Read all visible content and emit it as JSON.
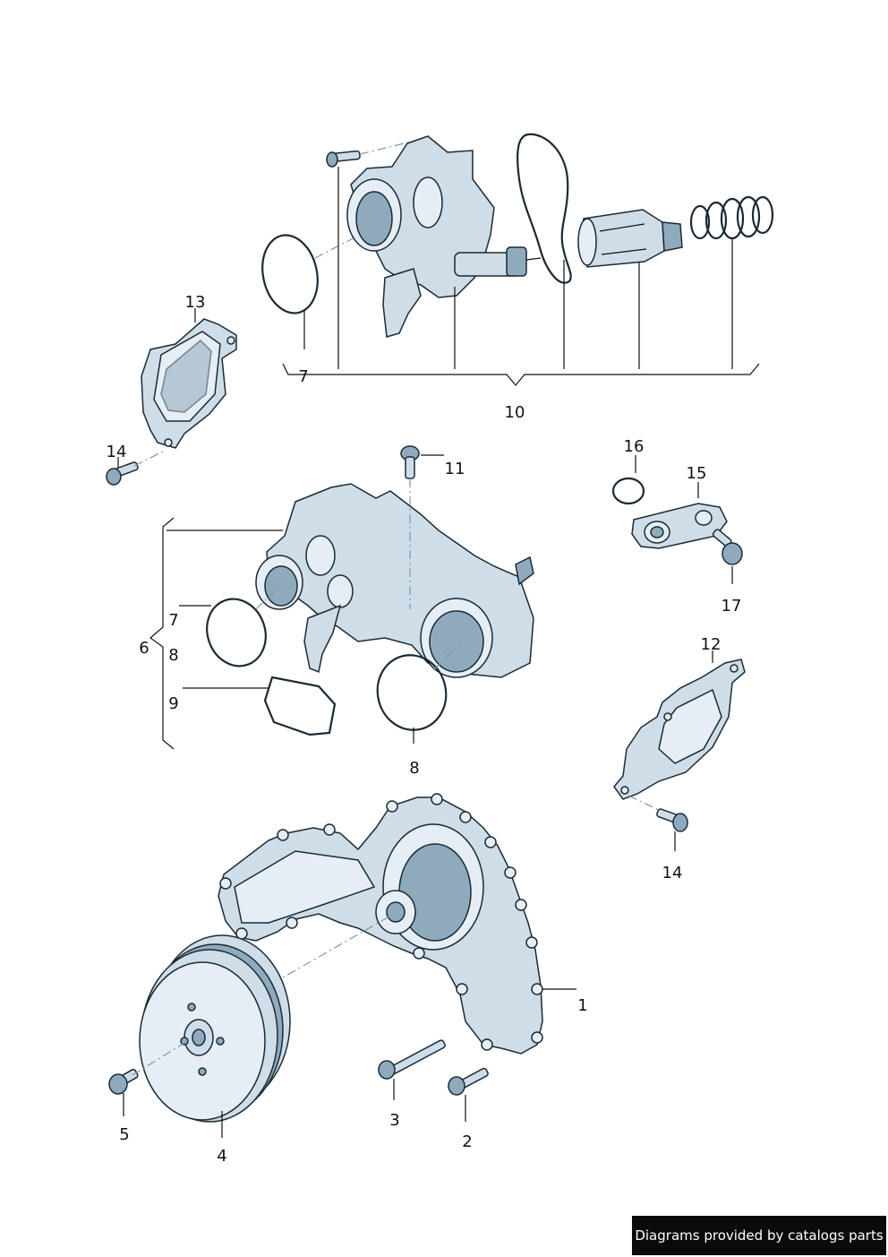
{
  "callouts": {
    "c1": "1",
    "c2": "2",
    "c3": "3",
    "c4": "4",
    "c5": "5",
    "c6": "6",
    "c7a": "7",
    "c7b": "7",
    "c8a": "8",
    "c8b": "8",
    "c9": "9",
    "c10": "10",
    "c11": "11",
    "c12": "12",
    "c13": "13",
    "c14a": "14",
    "c14b": "14",
    "c15": "15",
    "c16": "16",
    "c17": "17"
  },
  "footer": {
    "credit": "Diagrams provided by catalogs parts"
  },
  "colors": {
    "part_fill": "#cfdde8",
    "part_shade": "#8faabd",
    "outline": "#1a2a36",
    "background": "#ffffff"
  }
}
